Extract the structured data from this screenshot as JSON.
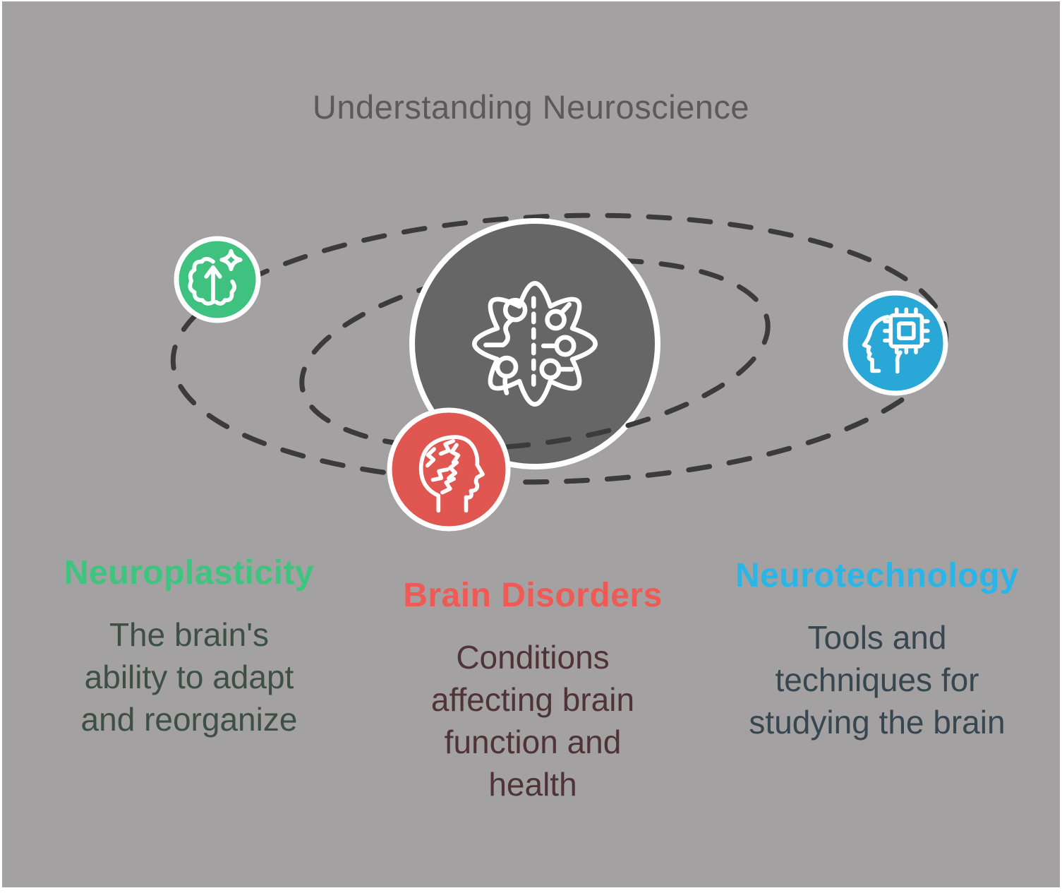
{
  "title": "Understanding Neuroscience",
  "colors": {
    "page_background": "#ffffff",
    "canvas_background": "#a3a1a1",
    "title_text": "#5a5a5a",
    "orbit_dash": "#3b3b3b",
    "center_circle_fill": "#666666",
    "circle_border": "#ffffff",
    "icon_stroke": "#ffffff"
  },
  "center": {
    "icon": "brain-network-icon"
  },
  "sections": [
    {
      "id": "neuroplasticity",
      "title": "Neuroplasticity",
      "description": "The brain's ability to adapt and reorganize",
      "icon": "brain-sparkle-icon",
      "badge_color": "#3fc180",
      "title_color": "#3ec47e",
      "text_color": "#3e4f46"
    },
    {
      "id": "brain-disorders",
      "title": "Brain Disorders",
      "description": "Conditions affecting brain function and health",
      "icon": "head-lightning-icon",
      "badge_color": "#e05752",
      "title_color": "#ef5a54",
      "text_color": "#4e333a"
    },
    {
      "id": "neurotechnology",
      "title": "Neurotechnology",
      "description": "Tools and techniques for studying the brain",
      "icon": "head-chip-icon",
      "badge_color": "#29a7d7",
      "title_color": "#29b5e8",
      "text_color": "#37464f"
    }
  ]
}
